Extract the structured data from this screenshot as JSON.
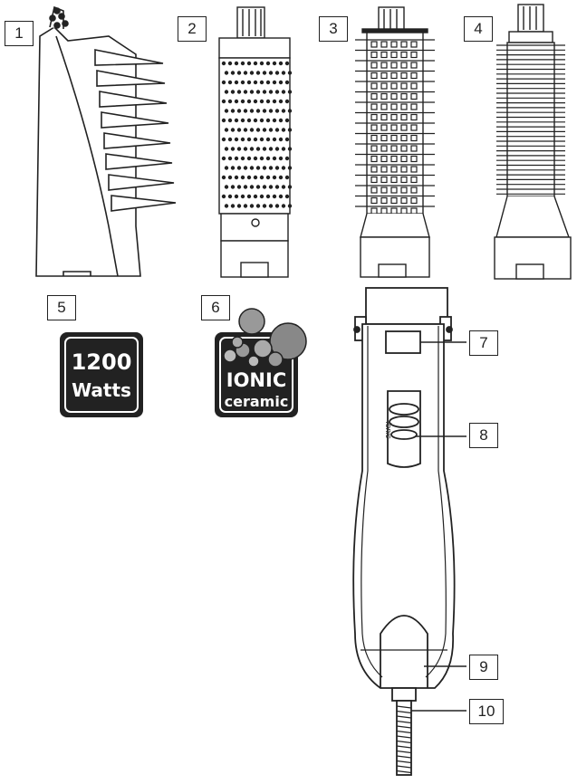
{
  "callouts": [
    "1",
    "2",
    "3",
    "4",
    "5",
    "6",
    "7",
    "8",
    "9",
    "10"
  ],
  "badge_watts": {
    "line1": "1200",
    "line2": "Watts"
  },
  "badge_ionic": {
    "line1": "IONIC",
    "line2": "ceramic"
  },
  "handle_text": "ionic"
}
